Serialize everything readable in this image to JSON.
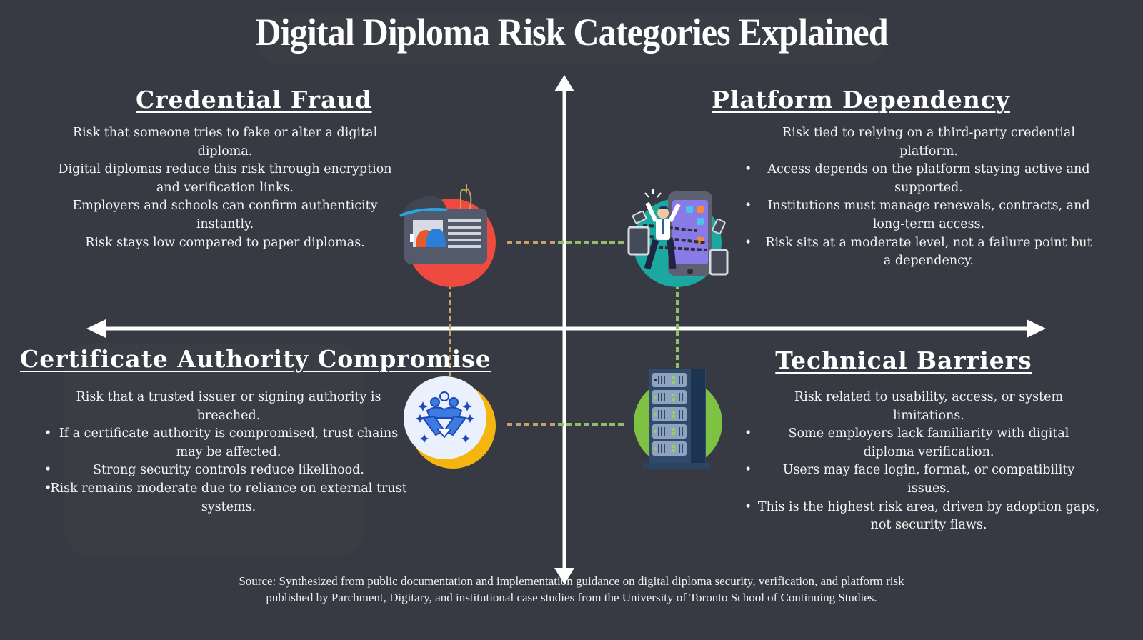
{
  "title": "Digital Diploma Risk Categories Explained",
  "quadrants": {
    "top_left": {
      "heading": "Credential Fraud",
      "icon": "id-card-phishing-icon",
      "color": "#ee4a40",
      "lines": [
        "Risk that someone tries to fake or alter a digital diploma.",
        "Digital diplomas reduce this risk through encryption and verification links.",
        "Employers and schools can confirm authenticity instantly.",
        "Risk stays low compared to paper diplomas."
      ]
    },
    "top_right": {
      "heading": "Platform Dependency",
      "icon": "chained-person-phone-icon",
      "color": "#1aa8a0",
      "intro": "Risk tied to relying on a third-party credential platform.",
      "bullets": [
        "Access depends on the platform staying active and supported.",
        "Institutions must manage renewals, contracts, and long-term access.",
        "Risk sits at a moderate level, not a failure point but a dependency."
      ]
    },
    "bottom_left": {
      "heading": "Certificate Authority Compromise",
      "icon": "handshake-team-icon",
      "color": "#f5b50f",
      "intro": "Risk that a trusted issuer or signing authority is breached.",
      "bullets": [
        "If a certificate authority is compromised, trust chains may be affected.",
        "Strong security controls reduce likelihood.",
        "Risk remains moderate due to reliance on external trust systems."
      ]
    },
    "bottom_right": {
      "heading": "Technical Barriers",
      "icon": "server-rack-icon",
      "color": "#7dc242",
      "intro": "Risk related to usability, access, or system limitations.",
      "bullets": [
        "Some employers lack familiarity with digital diploma verification.",
        "Users may face login, format, or compatibility issues.",
        "This is the highest risk area, driven by adoption gaps, not security flaws."
      ]
    }
  },
  "bullet_glyph": "•",
  "source": {
    "line1": "Source: Synthesized from public documentation and implementation guidance on digital diploma security, verification, and platform risk",
    "line2": "published by Parchment, Digitary, and institutional case studies from the University of Toronto School of Continuing Studies."
  }
}
